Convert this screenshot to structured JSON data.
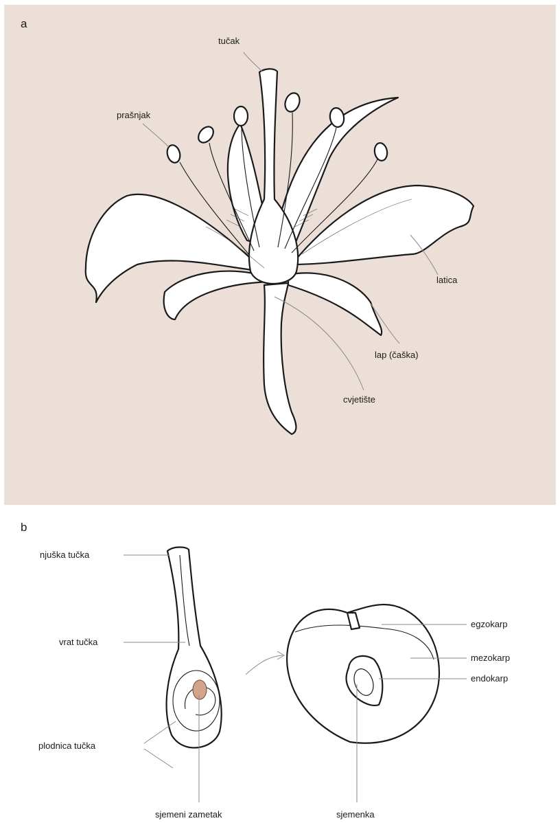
{
  "panel_a": {
    "letter": "a",
    "labels": {
      "tucak": "tučak",
      "prasnjak": "prašnjak",
      "latica": "latica",
      "lap": "lap (čaška)",
      "cvjetiste": "cvjetište"
    }
  },
  "panel_b": {
    "letter": "b",
    "labels": {
      "njuska": "njuška tučka",
      "vrat": "vrat tučka",
      "plodnica": "plodnica tučka",
      "sjemeni_zametak": "sjemeni zametak",
      "egzokarp": "egzokarp",
      "mezokarp": "mezokarp",
      "endokarp": "endokarp",
      "sjemenka": "sjemenka"
    }
  },
  "colors": {
    "panel_a_background": "#ecdfd8",
    "ovule_fill": "#d4a58a",
    "leader_lines": "#8a8a8a"
  }
}
